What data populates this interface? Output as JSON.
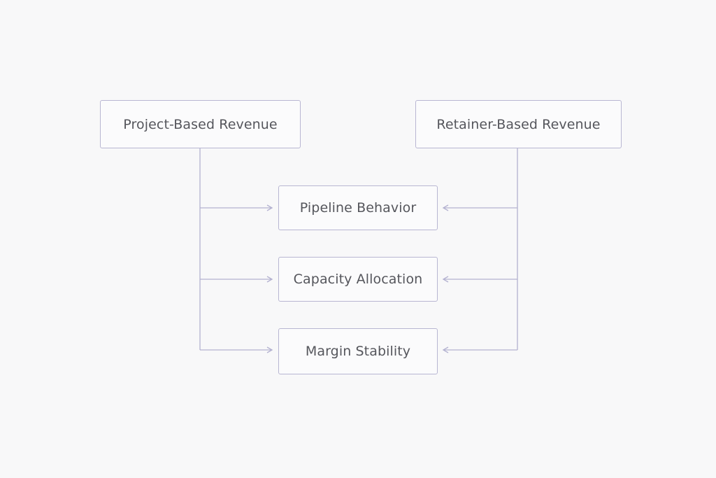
{
  "diagram": {
    "sources": {
      "project": {
        "label": "Project-Based Revenue"
      },
      "retainer": {
        "label": "Retainer-Based Revenue"
      }
    },
    "outcomes": [
      {
        "label": "Pipeline Behavior"
      },
      {
        "label": "Capacity Allocation"
      },
      {
        "label": "Margin Stability"
      }
    ],
    "colors": {
      "border": "#b8b6d2",
      "connector": "#b3b1d0",
      "text": "#55565c",
      "background": "#f8f8f9"
    }
  }
}
